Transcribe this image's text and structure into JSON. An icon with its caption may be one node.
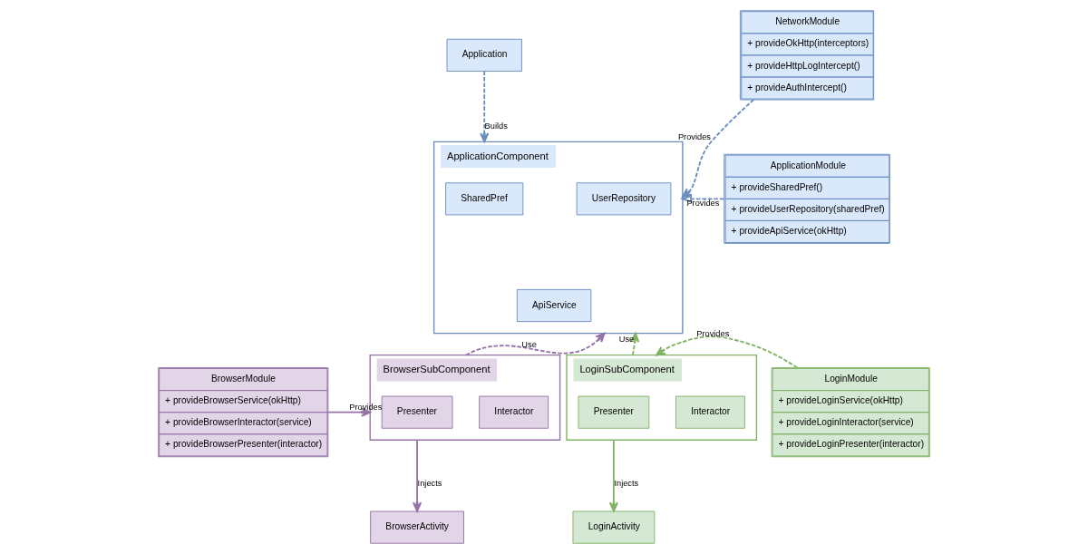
{
  "diagram": {
    "nodes": [
      {
        "text": [
          "Application"
        ]
      },
      {
        "text": [
          "NetworkModule",
          "+ provideOkHttp(interceptors)",
          "+ provideHttpLogIntercept()",
          "+ provideAuthIntercept()"
        ]
      },
      {
        "text": [
          "ApplicationComponent"
        ]
      },
      {
        "text": [
          "SharedPref"
        ],
        "in": 2
      },
      {
        "text": [
          "UserRepository"
        ],
        "in": 2
      },
      {
        "text": [
          "ApiService"
        ],
        "in": 2
      },
      {
        "text": [
          "ApplicationModule",
          "+ provideSharedPref()",
          "+ provideUserRepository(sharedPref)",
          "+ provideApiService(okHttp)"
        ]
      },
      {
        "text": [
          "BrowserModule",
          "+ provideBrowserService(okHttp)",
          "+ provideBrowserInteractor(service)",
          "+ provideBrowserPresenter(interactor)"
        ]
      },
      {
        "text": [
          "BrowserSubComponent"
        ]
      },
      {
        "text": [
          "Presenter"
        ],
        "in": 8
      },
      {
        "text": [
          "Interactor"
        ],
        "in": 8
      },
      {
        "text": [
          "LoginSubComponent"
        ]
      },
      {
        "text": [
          "Presenter"
        ],
        "in": 11
      },
      {
        "text": [
          "Interactor"
        ],
        "in": 11
      },
      {
        "text": [
          "LoginModule",
          "+ provideLoginService(okHttp)",
          "+ provideLoginInteractor(service)",
          "+ provideLoginPresenter(interactor)"
        ]
      },
      {
        "text": [
          "BrowserActivity"
        ]
      },
      {
        "text": [
          "LoginActivity"
        ]
      }
    ],
    "edges": [
      {
        "from": 0,
        "to": 2,
        "arrow": "to",
        "label": "Builds",
        "style": "dashed",
        "color": "#6c8ebf"
      },
      {
        "from": 1,
        "to": 2,
        "arrow": "to",
        "label": "Provides",
        "style": "dashed",
        "color": "#6c8ebf"
      },
      {
        "from": 6,
        "to": 2,
        "arrow": "to",
        "label": "Provides",
        "style": "dashed",
        "color": "#6c8ebf"
      },
      {
        "from": 8,
        "to": 2,
        "arrow": "to",
        "label": "Use",
        "style": "dashed",
        "color": "#9673a6"
      },
      {
        "from": 11,
        "to": 2,
        "arrow": "to",
        "label": "Use",
        "style": "dashed",
        "color": "#82b366"
      },
      {
        "from": 7,
        "to": 8,
        "arrow": "to",
        "label": "Provides",
        "color": "#9673a6"
      },
      {
        "from": 14,
        "to": 11,
        "arrow": "to",
        "label": "Provides",
        "style": "dashed",
        "color": "#82b366"
      },
      {
        "from": 8,
        "to": 15,
        "arrow": "to",
        "label": "Injects",
        "color": "#9673a6"
      },
      {
        "from": 11,
        "to": 16,
        "arrow": "to",
        "label": "Injects",
        "color": "#82b366"
      }
    ]
  }
}
